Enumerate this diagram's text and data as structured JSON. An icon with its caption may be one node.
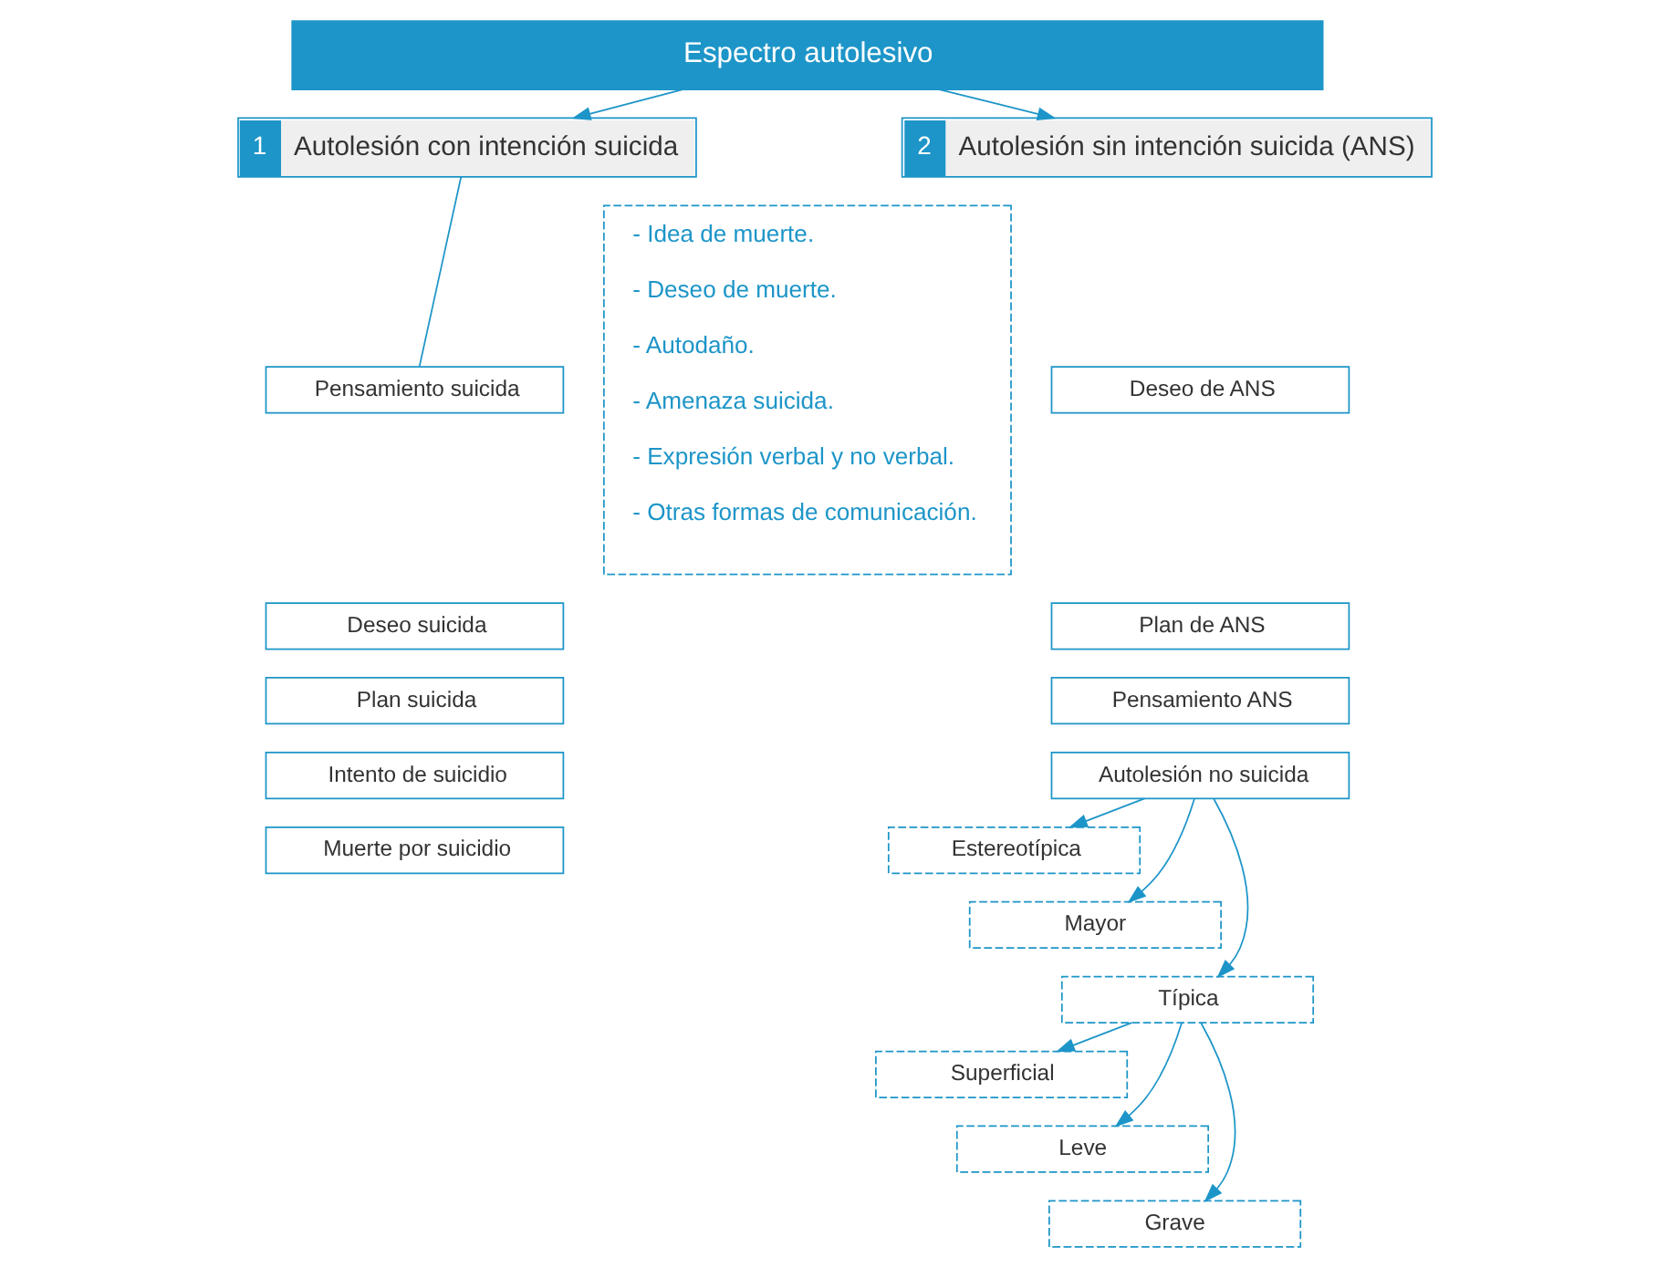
{
  "diagram": {
    "nodes": [
      {
        "text": [
          "Espectro autolesivo"
        ]
      },
      {
        "text": [
          "1",
          "Autolesión con intención suicida"
        ]
      },
      {
        "text": [
          "Pensamiento suicida"
        ]
      },
      {
        "text": [
          "Deseo suicida"
        ]
      },
      {
        "text": [
          "Plan suicida"
        ]
      },
      {
        "text": [
          "Intento de suicidio"
        ]
      },
      {
        "text": [
          "Muerte por suicidio"
        ]
      },
      {
        "text": [
          "- Idea de muerte.",
          "- Deseo de muerte.",
          "- Autodaño.",
          "- Amenaza suicida.",
          "- Expresión verbal y no verbal.",
          "- Otras formas de comunicación."
        ]
      },
      {
        "text": [
          "2",
          "Autolesión sin intención suicida (ANS)"
        ]
      },
      {
        "text": [
          "Deseo de ANS"
        ]
      },
      {
        "text": [
          "Plan de ANS"
        ]
      },
      {
        "text": [
          "Pensamiento ANS"
        ]
      },
      {
        "text": [
          "Autolesión no suicida"
        ]
      },
      {
        "text": [
          "Estereotípica"
        ]
      },
      {
        "text": [
          "Mayor"
        ]
      },
      {
        "text": [
          "Típica"
        ]
      },
      {
        "text": [
          "Superficial"
        ]
      },
      {
        "text": [
          "Leve"
        ]
      },
      {
        "text": [
          "Grave"
        ]
      }
    ],
    "edges": [
      {
        "from": 0,
        "to": 1,
        "arrow": "to"
      },
      {
        "from": 0,
        "to": 8,
        "arrow": "to"
      },
      {
        "from": 1,
        "to": 2,
        "arrow": "none"
      },
      {
        "from": 12,
        "to": 13,
        "arrow": "to"
      },
      {
        "from": 12,
        "to": 14,
        "arrow": "to"
      },
      {
        "from": 12,
        "to": 15,
        "arrow": "to"
      },
      {
        "from": 15,
        "to": 16,
        "arrow": "to"
      },
      {
        "from": 15,
        "to": 17,
        "arrow": "to"
      },
      {
        "from": 15,
        "to": 18,
        "arrow": "to"
      }
    ]
  }
}
